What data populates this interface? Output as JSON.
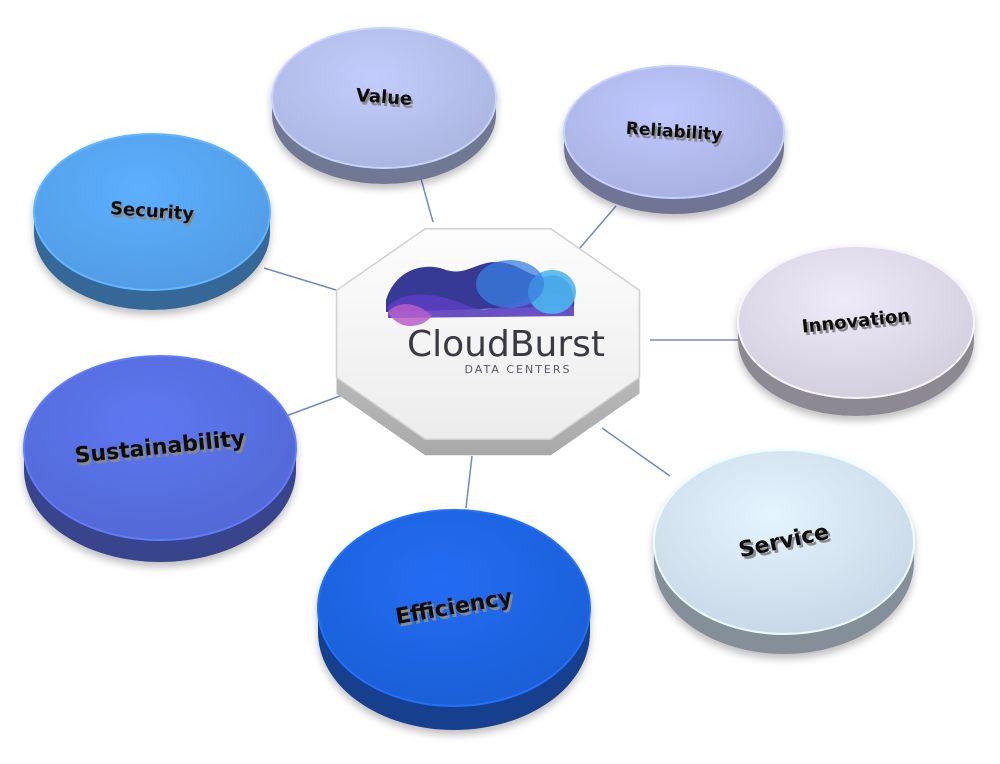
{
  "hub": {
    "brand_name": "CloudBurst",
    "brand_subtitle": "DATA CENTERS",
    "logo_icon": "cloud-waves-icon"
  },
  "nodes": [
    {
      "id": "value",
      "label": "Value",
      "color": "#b7c1ef"
    },
    {
      "id": "reliability",
      "label": "Reliability",
      "color": "#b4bdf0"
    },
    {
      "id": "innovation",
      "label": "Innovation",
      "color": "#e1ddec"
    },
    {
      "id": "service",
      "label": "Service",
      "color": "#d6e6f7"
    },
    {
      "id": "efficiency",
      "label": "Efficiency",
      "color": "#1f66e5"
    },
    {
      "id": "sustainability",
      "label": "Sustainability",
      "color": "#5870e3"
    },
    {
      "id": "security",
      "label": "Security",
      "color": "#57a6f3"
    }
  ],
  "colors": {
    "connector": "#6f88cc",
    "hub_face": "#f4f4f4",
    "hub_edge": "#c8c8c8"
  }
}
